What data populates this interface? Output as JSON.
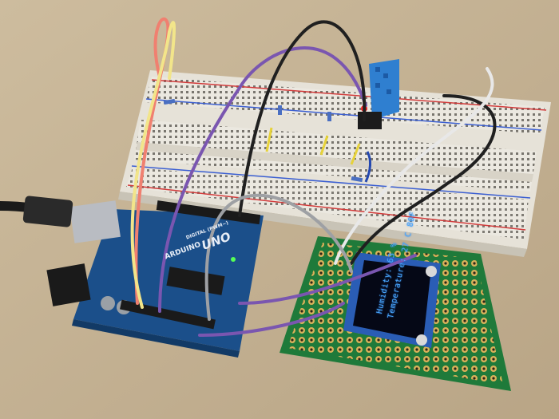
{
  "arduino": {
    "logo_text": "ARDUINO",
    "model": "UNO",
    "header_label": "DIGITAL (PWM~)"
  },
  "oled": {
    "line1": "Humidity: 63 %",
    "line2": "Temperature: 27 C  80F"
  },
  "colors": {
    "desk": "#c9b79a",
    "breadboard": "#ece9e1",
    "arduino_pcb": "#1b4f8a",
    "perfboard": "#1f7a3a",
    "oled_text": "#4aa8ff",
    "dht_sensor": "#2f7fd0"
  }
}
